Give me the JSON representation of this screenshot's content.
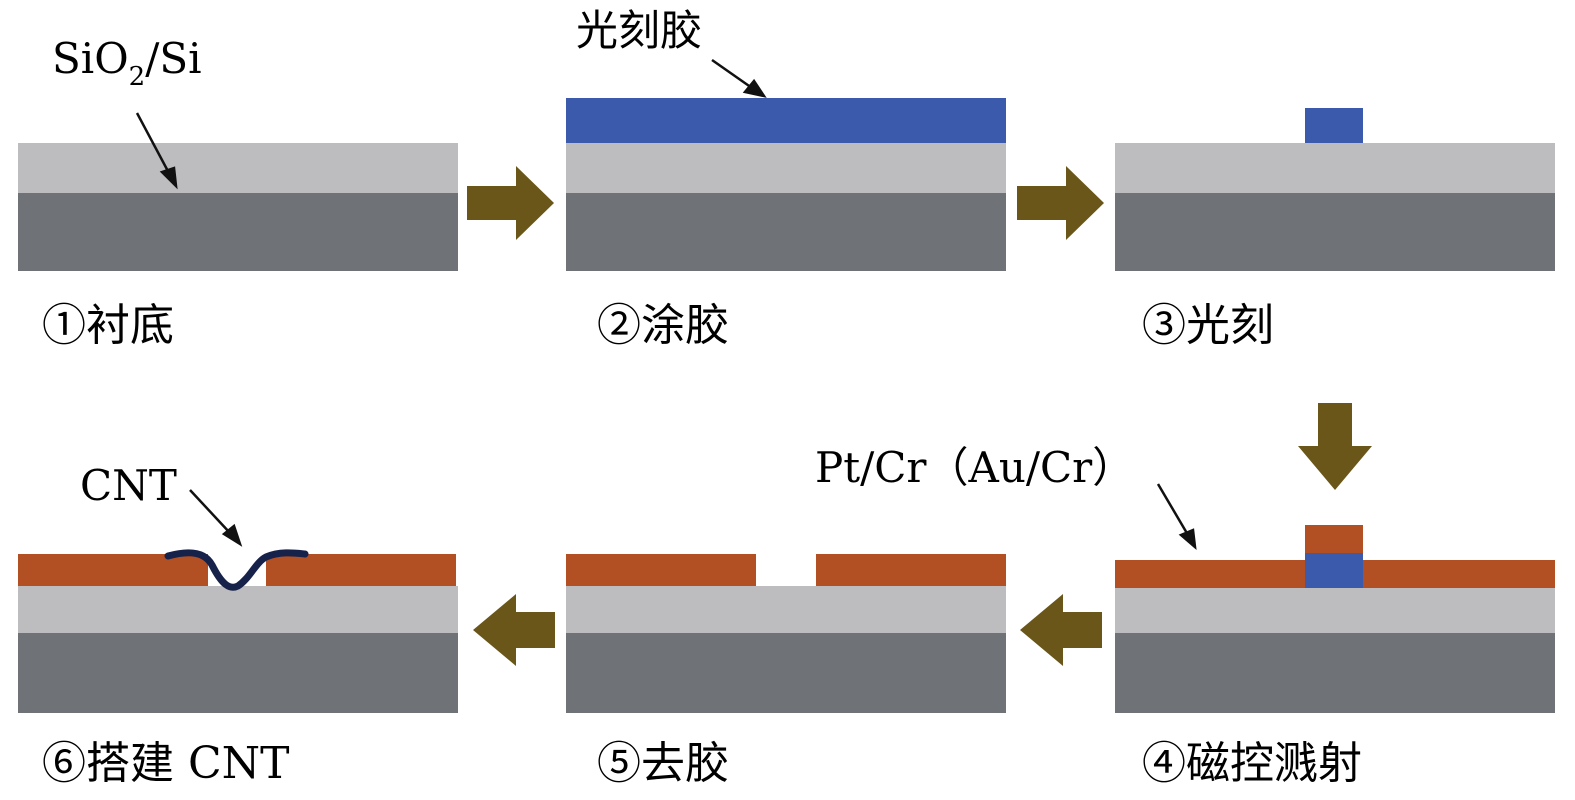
{
  "colors": {
    "si": "#6f7378",
    "sio2": "#bdbdbf",
    "photoresist": "#3c5aab",
    "metal": "#b24f23",
    "cnt": "#16224a",
    "arrow": "#6a5619"
  },
  "annotations": {
    "substrate_base": "SiO",
    "substrate_sub": "2",
    "substrate_rest": "/Si",
    "photoresist": "光刻胶",
    "metal": "Pt/Cr（Au/Cr）",
    "cnt": "CNT"
  },
  "steps": [
    {
      "label": "①衬底"
    },
    {
      "label": "②涂胶"
    },
    {
      "label": "③光刻"
    },
    {
      "label": "④磁控溅射"
    },
    {
      "label": "⑤去胶"
    },
    {
      "label": "⑥搭建 CNT"
    }
  ]
}
